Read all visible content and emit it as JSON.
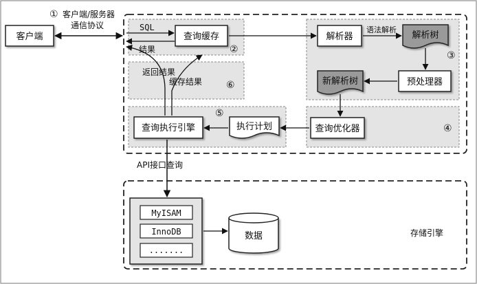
{
  "diagram": {
    "client": "客户端",
    "protocol_number": "①",
    "protocol_line1": "客户端/服务器",
    "protocol_line2": "通信协议",
    "sql": "SQL",
    "result": "结果",
    "query_cache": "查询缓存",
    "step2": "②",
    "parser": "解析器",
    "syntax_parse": "语法解析",
    "parse_tree": "解析树",
    "step3": "③",
    "preprocessor": "预处理器",
    "new_parse_tree": "新解析树",
    "return_result": "返回结果",
    "cache_result": "缓存结果",
    "step6": "⑥",
    "step5": "⑤",
    "executor": "查询执行引擎",
    "exec_plan": "执行计划",
    "optimizer": "查询优化器",
    "step4": "④",
    "api_query": "API接口查询",
    "engines": [
      "MyISAM",
      "InnoDB",
      "......."
    ],
    "data": "数据",
    "storage_engine": "存储引擎"
  }
}
